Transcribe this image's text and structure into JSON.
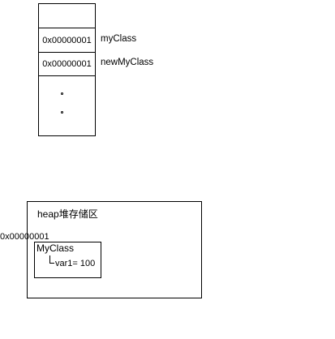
{
  "stack": {
    "slots": [
      {
        "address": "",
        "variable": ""
      },
      {
        "address": "0x00000001",
        "variable": "myClass"
      },
      {
        "address": "0x00000001",
        "variable": "newMyClass"
      }
    ]
  },
  "heap": {
    "title": "heap堆存储区",
    "object_address": "0x00000001",
    "object": {
      "class_name": "MyClass",
      "field": "var1= 100"
    }
  }
}
